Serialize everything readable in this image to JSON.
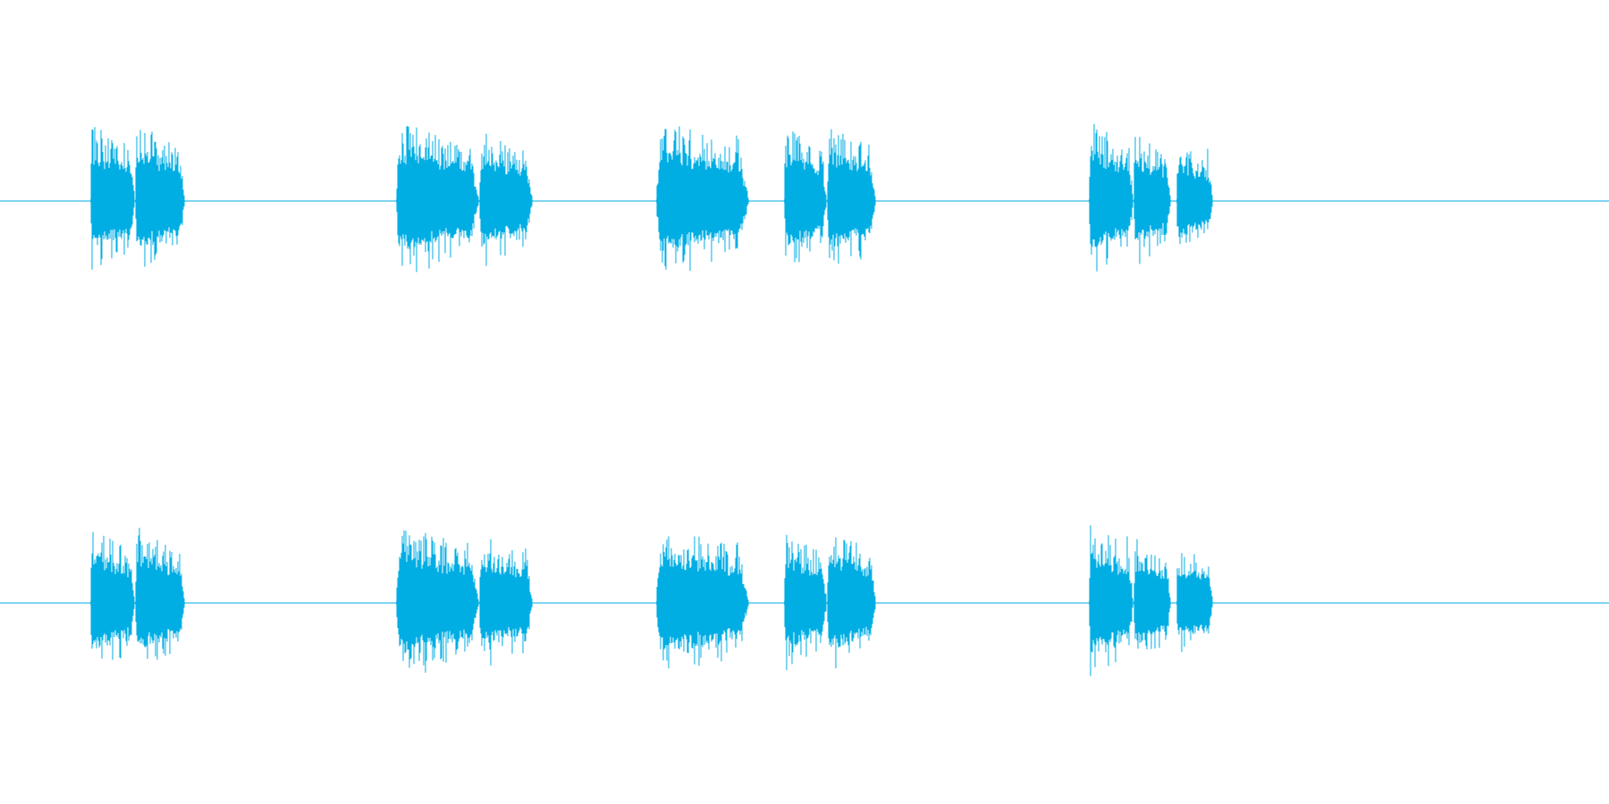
{
  "chart_data": {
    "type": "area",
    "title": "",
    "xlabel": "",
    "ylabel": "",
    "grid": false,
    "legend": "none",
    "x_range": [
      0,
      1800
    ],
    "y_range": [
      -1,
      1
    ],
    "color": "#00aee4",
    "channels": [
      {
        "channel": "top",
        "bursts": [
          {
            "start": 101,
            "end": 151,
            "peak": 0.92
          },
          {
            "start": 151,
            "end": 207,
            "peak": 0.92
          },
          {
            "start": 443,
            "end": 536,
            "peak": 0.95
          },
          {
            "start": 536,
            "end": 596,
            "peak": 0.83
          },
          {
            "start": 734,
            "end": 838,
            "peak": 0.95
          },
          {
            "start": 877,
            "end": 925,
            "peak": 0.88
          },
          {
            "start": 925,
            "end": 980,
            "peak": 0.92
          },
          {
            "start": 1218,
            "end": 1268,
            "peak": 0.95
          },
          {
            "start": 1268,
            "end": 1310,
            "peak": 0.8
          },
          {
            "start": 1316,
            "end": 1357,
            "peak": 0.7
          }
        ]
      },
      {
        "channel": "bottom",
        "bursts": [
          {
            "start": 101,
            "end": 151,
            "peak": 0.92
          },
          {
            "start": 151,
            "end": 207,
            "peak": 0.92
          },
          {
            "start": 443,
            "end": 536,
            "peak": 0.95
          },
          {
            "start": 536,
            "end": 596,
            "peak": 0.83
          },
          {
            "start": 734,
            "end": 838,
            "peak": 0.95
          },
          {
            "start": 877,
            "end": 925,
            "peak": 0.88
          },
          {
            "start": 925,
            "end": 980,
            "peak": 0.92
          },
          {
            "start": 1218,
            "end": 1268,
            "peak": 0.95
          },
          {
            "start": 1268,
            "end": 1310,
            "peak": 0.8
          },
          {
            "start": 1316,
            "end": 1357,
            "peak": 0.7
          }
        ]
      }
    ]
  }
}
